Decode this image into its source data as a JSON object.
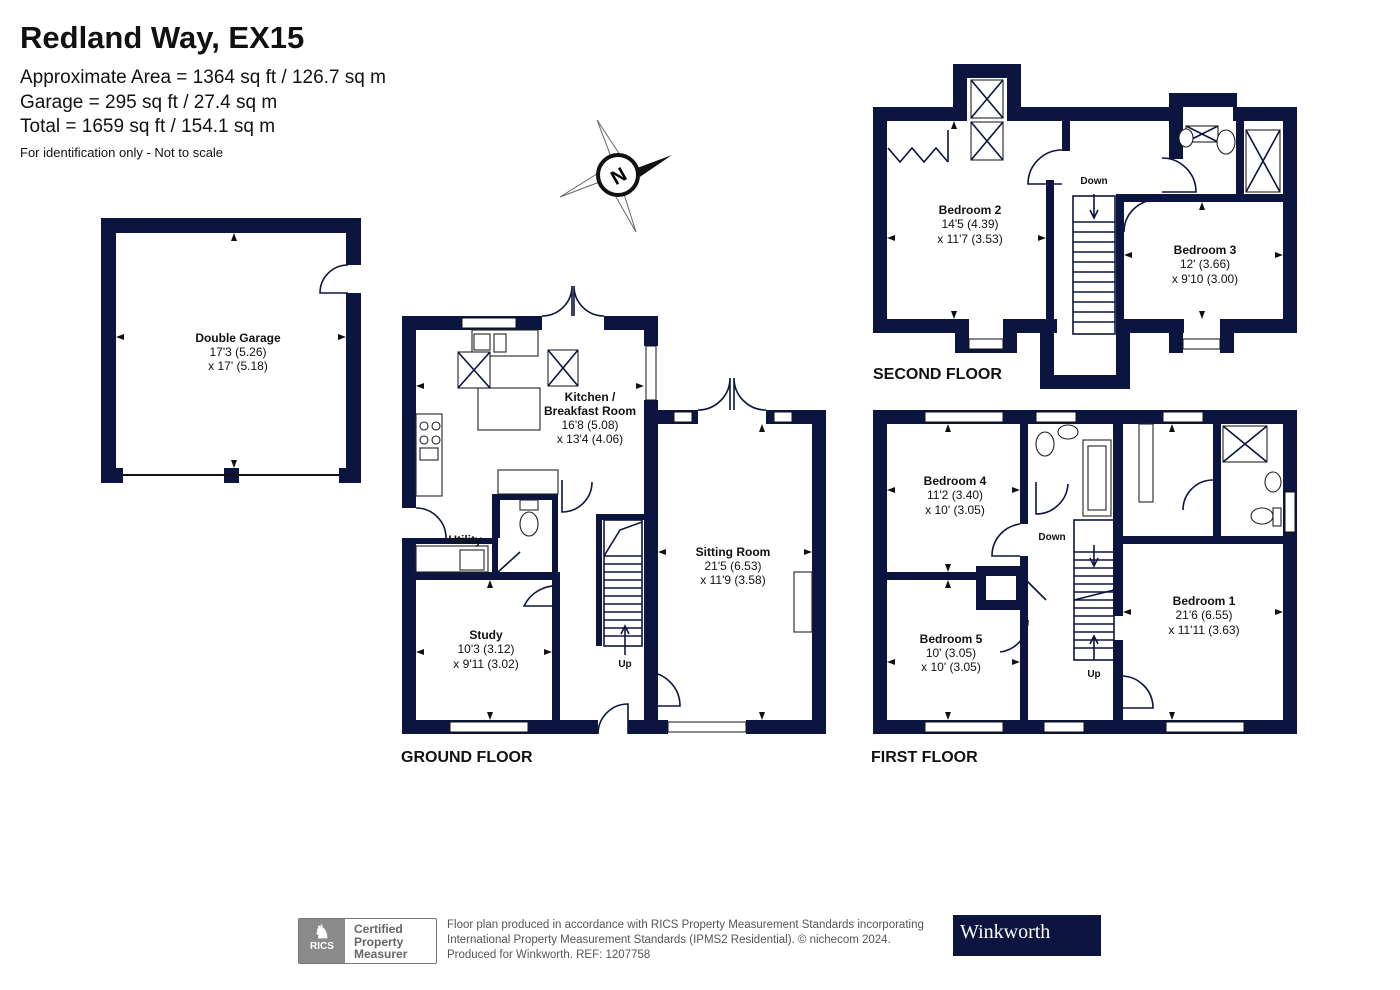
{
  "header": {
    "title": "Redland Way, EX15",
    "lines": [
      "Approximate Area = 1364 sq ft / 126.7 sq m",
      "Garage = 295 sq ft / 27.4 sq m",
      "Total = 1659 sq ft / 154.1 sq m"
    ],
    "disclaimer": "For identification only - Not to scale"
  },
  "compass": {
    "letter": "N"
  },
  "floors": {
    "ground": "GROUND FLOOR",
    "first": "FIRST FLOOR",
    "second": "SECOND FLOOR"
  },
  "rooms": {
    "garage": {
      "name": "Double Garage",
      "dim1": "17'3 (5.26)",
      "dim2": "x 17' (5.18)"
    },
    "kitchen": {
      "name1": "Kitchen /",
      "name2": "Breakfast Room",
      "dim1": "16'8 (5.08)",
      "dim2": "x 13'4 (4.06)"
    },
    "sitting": {
      "name": "Sitting Room",
      "dim1": "21'5 (6.53)",
      "dim2": "x 11'9 (3.58)"
    },
    "study": {
      "name": "Study",
      "dim1": "10'3 (3.12)",
      "dim2": "x 9'11 (3.02)"
    },
    "utility": {
      "name": "Utility"
    },
    "bedroom2": {
      "name": "Bedroom 2",
      "dim1": "14'5 (4.39)",
      "dim2": "x 11'7 (3.53)"
    },
    "bedroom3": {
      "name": "Bedroom 3",
      "dim1": "12' (3.66)",
      "dim2": "x 9'10 (3.00)"
    },
    "bedroom4": {
      "name": "Bedroom 4",
      "dim1": "11'2 (3.40)",
      "dim2": "x 10' (3.05)"
    },
    "bedroom5": {
      "name": "Bedroom 5",
      "dim1": "10' (3.05)",
      "dim2": "x 10' (3.05)"
    },
    "bedroom1": {
      "name": "Bedroom 1",
      "dim1": "21'6 (6.55)",
      "dim2": "x 11'11 (3.63)"
    }
  },
  "stairs": {
    "ground_up": "Up",
    "first_up": "Up",
    "first_down": "Down",
    "second_down": "Down"
  },
  "footer": {
    "line1": "Floor plan produced in accordance with RICS Property Measurement Standards incorporating",
    "line2": "International Property Measurement Standards (IPMS2 Residential).  © nichecom 2024.",
    "line3": "Produced for Winkworth.   REF: 1207758",
    "rics_logo": "RICS",
    "rics_lines": [
      "Certified",
      "Property",
      "Measurer"
    ],
    "brand": "Winkworth"
  },
  "colors": {
    "wall": "#0c1540",
    "brand_bg": "#0c1540"
  }
}
